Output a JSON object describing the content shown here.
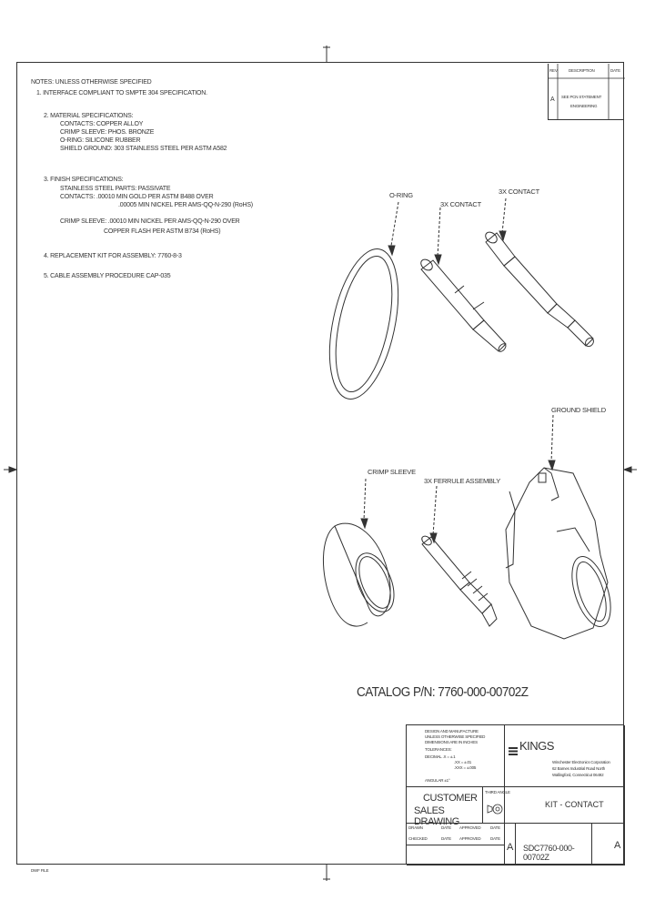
{
  "notes": {
    "header": "NOTES: UNLESS OTHERWISE SPECIFIED",
    "n1": "1. INTERFACE COMPLIANT TO SMPTE 304 SPECIFICATION.",
    "n2_title": "2. MATERIAL SPECIFICATIONS:",
    "n2_lines": [
      "CONTACTS: COPPER ALLOY",
      "CRIMP SLEEVE: PHOS. BRONZE",
      "O-RING: SILICONE RUBBER",
      "SHIELD GROUND: 303 STAINLESS STEEL PER ASTM A582"
    ],
    "n3_title": "3. FINISH SPECIFICATIONS:",
    "n3_lines": [
      "STAINLESS STEEL PARTS: PASSIVATE",
      "CONTACTS: .00010 MIN GOLD PER ASTM B488 OVER",
      ".00005 MIN NICKEL PER AMS-QQ-N-290 (RoHS)",
      "CRIMP SLEEVE: .00010 MIN NICKEL PER AMS-QQ-N-290 OVER",
      "COPPER FLASH PER ASTM B734 (RoHS)"
    ],
    "n4": "4. REPLACEMENT KIT FOR ASSEMBLY: 7760-8-3",
    "n5": "5. CABLE ASSEMBLY PROCEDURE CAP-035"
  },
  "labels": {
    "oring": "O-RING",
    "contact_a": "3X CONTACT",
    "contact_b": "3X CONTACT",
    "ground_shield": "GROUND SHIELD",
    "crimp_sleeve": "CRIMP SLEEVE",
    "ferrule": "3X FERRULE ASSEMBLY"
  },
  "catalog": "CATALOG P/N: 7760-000-00702Z",
  "revision": {
    "headers": [
      "REV",
      "DESCRIPTION",
      "DATE"
    ],
    "rev": "A",
    "description": "SEE PCN STATEMENT",
    "date": "ENGINEERING"
  },
  "title_block": {
    "tolerance_lines": [
      "DESIGN AND MANUFACTURE",
      "UNLESS OTHERWISE SPECIFIED",
      "DIMENSIONS ARE IN INCHES",
      "TOLERANCES:",
      "DECIMAL  .X = ±.1",
      ".XX = ±.01",
      ".XXX = ±.005",
      "ANGULAR ±1°"
    ],
    "brand": "KINGS",
    "company": [
      "Winchester Electronics Corporation",
      "62 Barnes Industrial Road North",
      "Wallingford, Connecticut 06492"
    ],
    "doc_type_1": "CUSTOMER",
    "doc_type_2": "SALES DRAWING",
    "third_angle": "THIRD ANGLE",
    "title": "KIT - CONTACT",
    "size": "A",
    "drawing_number": "SDC7760-000-00702Z",
    "sheet_rev": "A",
    "row1": [
      "DRAWN",
      "DATE",
      "APPROVED",
      "DATE"
    ],
    "row2": [
      "CHECKED",
      "DATE",
      "APPROVED",
      "DATE"
    ]
  },
  "footer_left": "DWF FILE"
}
